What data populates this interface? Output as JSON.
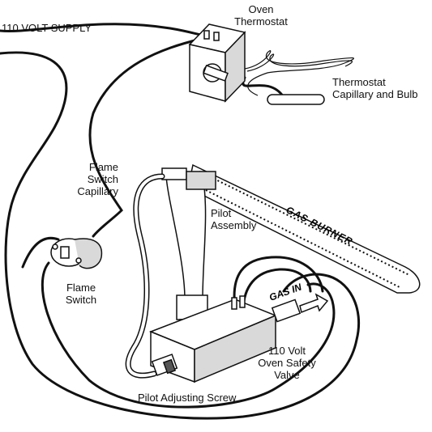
{
  "labels": {
    "supply": "110 VOLT SUPPLY",
    "oven_thermostat": [
      "Oven",
      "Thermostat"
    ],
    "thermostat_bulb": [
      "Thermostat",
      "Capillary and Bulb"
    ],
    "flame_switch_capillary": [
      "Flame",
      "Switch",
      "Capillary"
    ],
    "pilot_assembly": [
      "Pilot",
      "Assembly"
    ],
    "gas_burner": "GAS BURNER",
    "gas_in": "GAS IN",
    "flame_switch": [
      "Flame",
      "Switch"
    ],
    "safety_valve": [
      "110 Volt",
      "Oven Safety",
      "Valve"
    ],
    "pilot_adjusting_screw": "Pilot Adjusting Screw"
  },
  "colors": {
    "line": "#111111",
    "fill": "#ffffff",
    "shade": "#d9d9d9",
    "dark": "#555555"
  }
}
